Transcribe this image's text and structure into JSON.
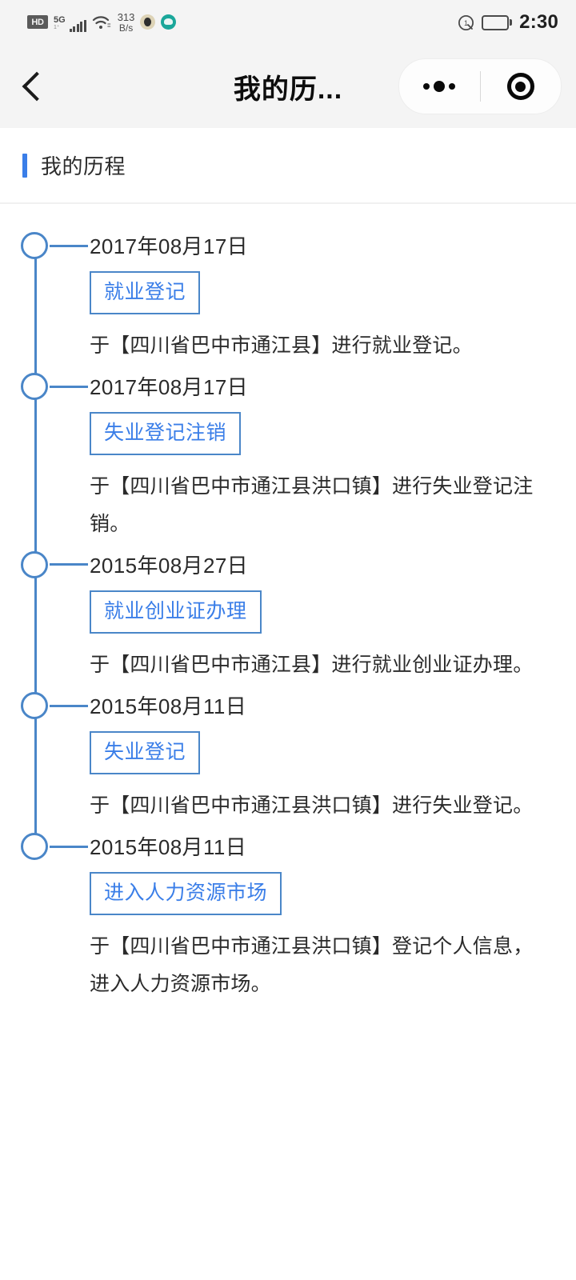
{
  "status_bar": {
    "hd_label": "HD",
    "network_type": "5G",
    "network_sub": "1⁺",
    "net_speed_value": "313",
    "net_speed_unit": "B/s",
    "signal_icon": "signal-bars-icon",
    "wifi_icon": "wifi-icon",
    "app_icons": [
      "app-badge-beige-icon",
      "app-badge-teal-icon"
    ],
    "alarm_icon": "alarm-clock-icon",
    "battery_icon": "battery-icon",
    "time": "2:30"
  },
  "nav_bar": {
    "back_icon": "back-chevron-icon",
    "title": "我的历...",
    "capsule": {
      "more_icon": "more-dots-icon",
      "close_icon": "target-circle-icon"
    }
  },
  "section": {
    "title": "我的历程",
    "accent_color": "#3a7ee8"
  },
  "theme": {
    "timeline_blue": "#4a86c8",
    "badge_text_blue": "#3a7ee8",
    "text_dark": "#2a2a2a",
    "status_bg": "#f4f4f4",
    "page_bg": "#ffffff"
  },
  "timeline": {
    "items": [
      {
        "date": "2017年08月17日",
        "badge": "就业登记",
        "description": "于【四川省巴中市通江县】进行就业登记。"
      },
      {
        "date": "2017年08月17日",
        "badge": "失业登记注销",
        "description": "于【四川省巴中市通江县洪口镇】进行失业登记注销。"
      },
      {
        "date": "2015年08月27日",
        "badge": "就业创业证办理",
        "description": "于【四川省巴中市通江县】进行就业创业证办理。"
      },
      {
        "date": "2015年08月11日",
        "badge": "失业登记",
        "description": "于【四川省巴中市通江县洪口镇】进行失业登记。"
      },
      {
        "date": "2015年08月11日",
        "badge": "进入人力资源市场",
        "description": "于【四川省巴中市通江县洪口镇】登记个人信息，进入人力资源市场。"
      }
    ]
  }
}
